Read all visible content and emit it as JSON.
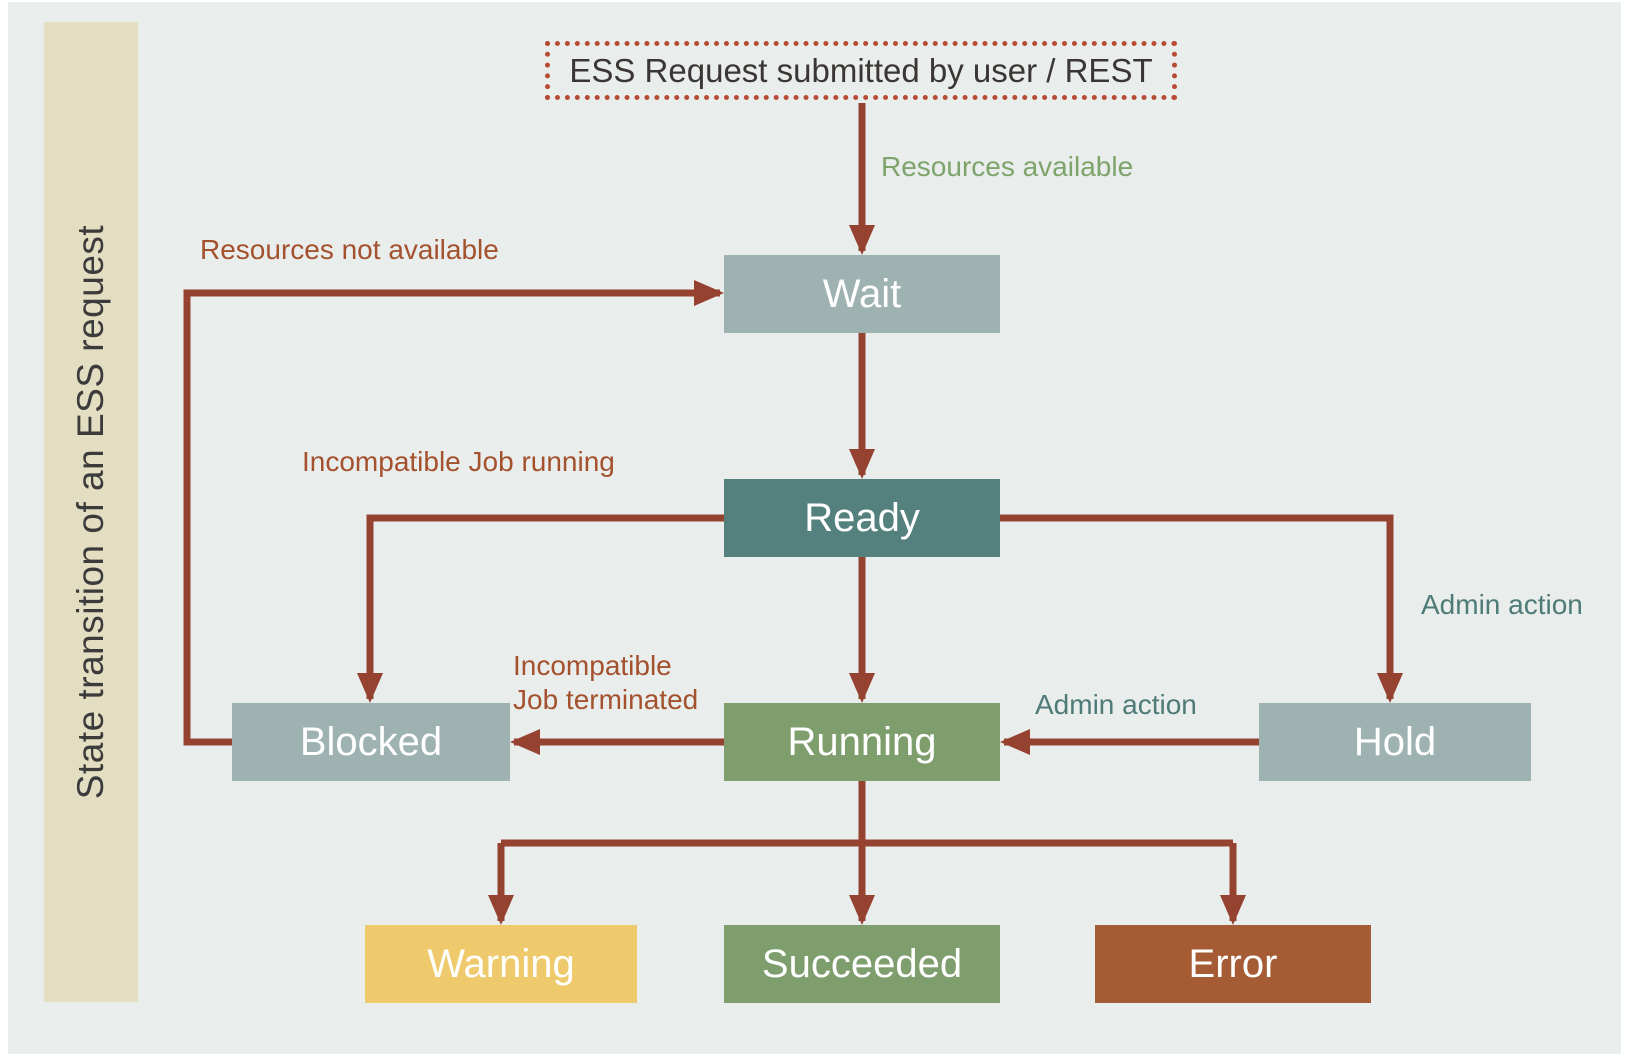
{
  "sidebar": {
    "title": "State transition of an ESS request"
  },
  "start_node": {
    "label": "ESS Request submitted by user / REST"
  },
  "states": {
    "wait": {
      "label": "Wait",
      "color": "#9fb2b2"
    },
    "ready": {
      "label": "Ready",
      "color": "#54807e"
    },
    "running": {
      "label": "Running",
      "color": "#7f9e6d"
    },
    "blocked": {
      "label": "Blocked",
      "color": "#9fb2b2"
    },
    "hold": {
      "label": "Hold",
      "color": "#9fb2b2"
    },
    "warning": {
      "label": "Warning",
      "color": "#efca6c"
    },
    "succeeded": {
      "label": "Succeeded",
      "color": "#7f9e6d"
    },
    "error": {
      "label": "Error",
      "color": "#a55b33"
    }
  },
  "edge_labels": {
    "resources_available": {
      "label": "Resources available",
      "color": "#7ea46c"
    },
    "resources_not_available": {
      "label": "Resources not available",
      "color": "#a4512e"
    },
    "incompatible_job_running": {
      "label": "Incompatible Job running",
      "color": "#a4512e"
    },
    "incompatible_job_terminated": {
      "line1": "Incompatible",
      "line2": "Job terminated",
      "color": "#a4512e"
    },
    "admin_action_ready_to_hold": {
      "label": "Admin action",
      "color": "#4e7a78"
    },
    "admin_action_hold_to_running": {
      "label": "Admin action",
      "color": "#4e7a78"
    }
  },
  "colors": {
    "background": "#e9edec",
    "frame": "#ffffff",
    "sidebar_bg": "#e3ddc2",
    "arrow": "#964230",
    "dotted_border": "#b84b33",
    "dark_text": "#3a3633"
  }
}
